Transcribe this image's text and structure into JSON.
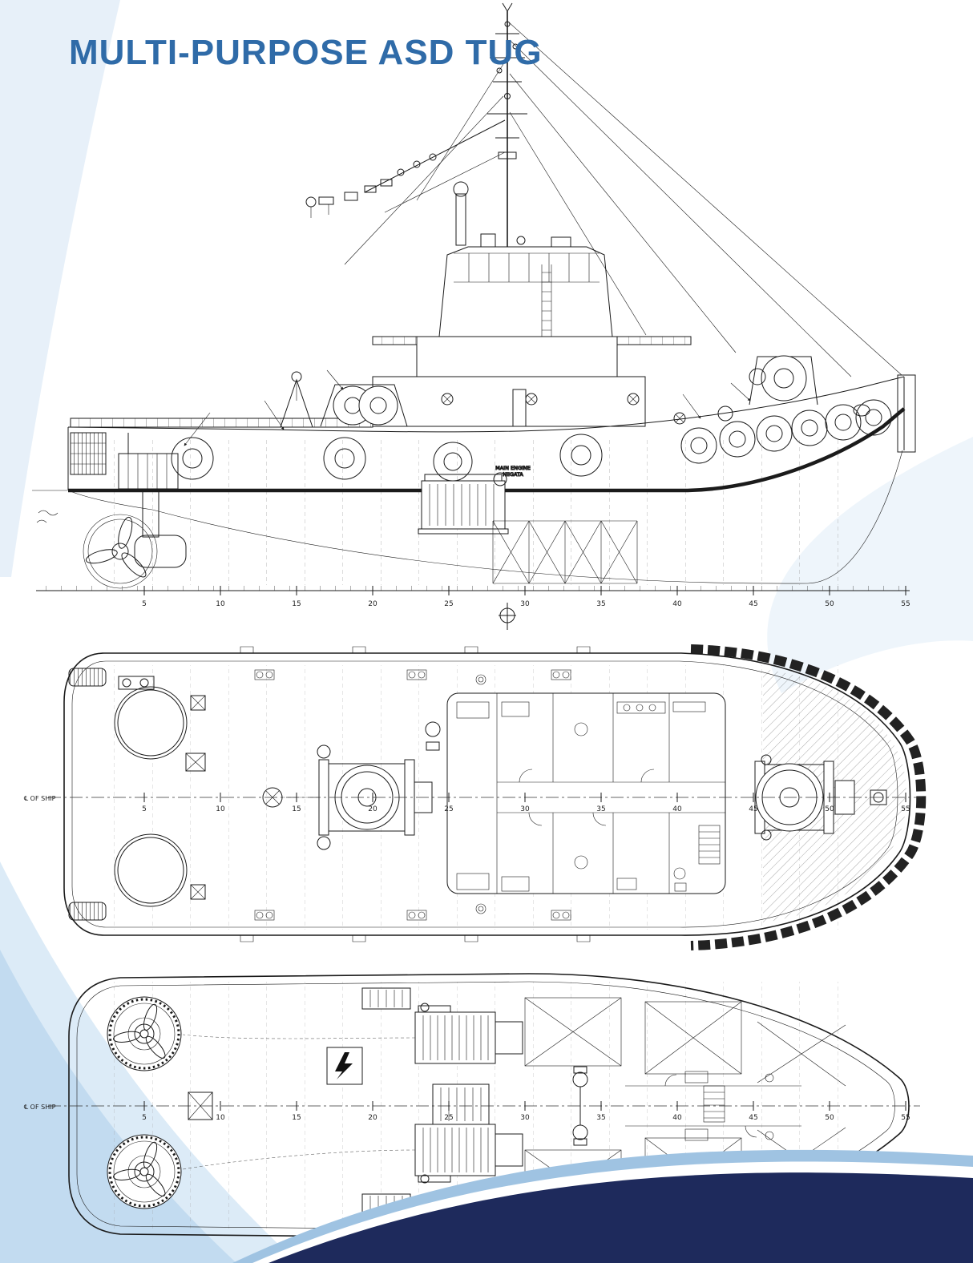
{
  "page": {
    "title": "MULTI-PURPOSE ASD TUG"
  },
  "scale": {
    "labels": [
      "5",
      "10",
      "15",
      "20",
      "25",
      "30",
      "35",
      "40",
      "45",
      "50",
      "55"
    ]
  },
  "side_view": {
    "engine_label": "MAIN ENGINE",
    "engine_sub_label": "NIIGATA"
  },
  "deck_plan": {
    "centerline_label": "℄ OF SHIP"
  },
  "lower_plan": {
    "centerline_label": "℄ OF SHIP"
  },
  "colors": {
    "title": "#2f6ba8",
    "navy_band": "#1e2a5c",
    "light_blue_band": "#9fc3e2",
    "swoosh_light": "#dcebf7",
    "swoosh_mid": "#c2dbf0",
    "line": "#1b1b1b"
  }
}
